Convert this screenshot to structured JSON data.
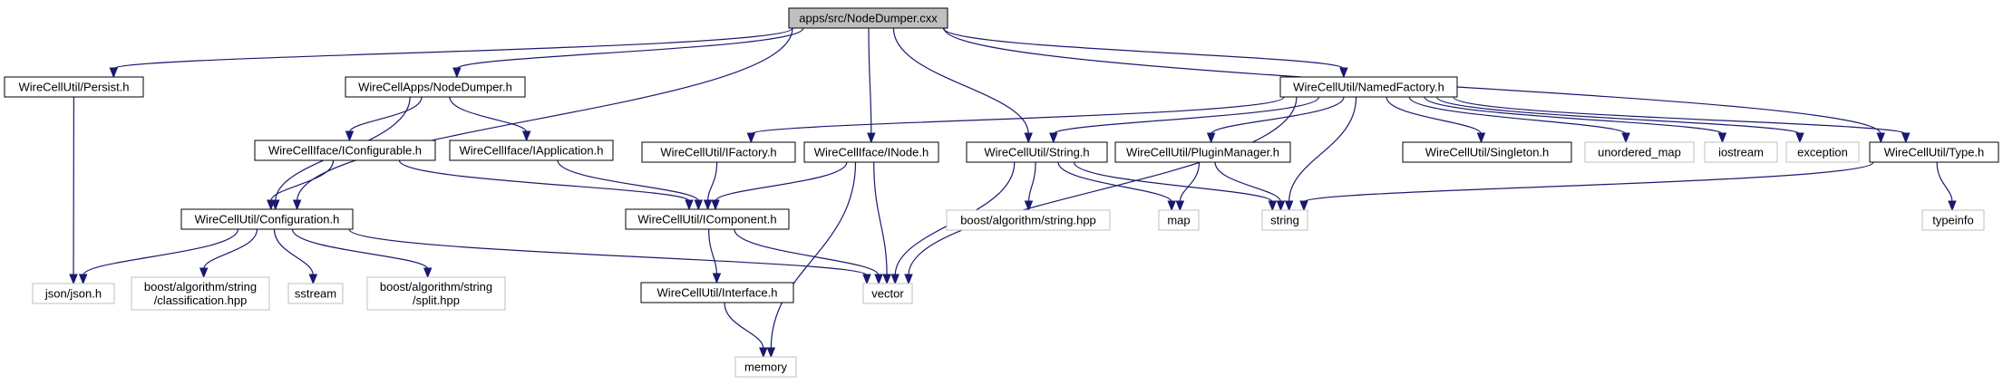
{
  "graph": {
    "root": "apps/src/NodeDumper.cxx",
    "colors": {
      "edge": "#191970",
      "node_border": "#000000",
      "system_border": "#bfbfbf",
      "system_text": "#7f7f7f",
      "root_fill": "#bfbfbf",
      "fill": "#ffffff"
    },
    "nodes": [
      {
        "id": "root",
        "lines": [
          "apps/src/NodeDumper.cxx"
        ],
        "kind": "root"
      },
      {
        "id": "persist",
        "lines": [
          "WireCellUtil/Persist.h"
        ],
        "kind": "local"
      },
      {
        "id": "nodedumper_h",
        "lines": [
          "WireCellApps/NodeDumper.h"
        ],
        "kind": "local"
      },
      {
        "id": "namedfactory",
        "lines": [
          "WireCellUtil/NamedFactory.h"
        ],
        "kind": "local"
      },
      {
        "id": "iconfigurable",
        "lines": [
          "WireCellIface/IConfigurable.h"
        ],
        "kind": "local"
      },
      {
        "id": "iapplication",
        "lines": [
          "WireCellIface/IApplication.h"
        ],
        "kind": "local"
      },
      {
        "id": "ifactory",
        "lines": [
          "WireCellUtil/IFactory.h"
        ],
        "kind": "local"
      },
      {
        "id": "inode",
        "lines": [
          "WireCellIface/INode.h"
        ],
        "kind": "local"
      },
      {
        "id": "string_h",
        "lines": [
          "WireCellUtil/String.h"
        ],
        "kind": "local"
      },
      {
        "id": "pluginmanager",
        "lines": [
          "WireCellUtil/PluginManager.h"
        ],
        "kind": "local"
      },
      {
        "id": "singleton",
        "lines": [
          "WireCellUtil/Singleton.h"
        ],
        "kind": "local"
      },
      {
        "id": "unordered_map",
        "lines": [
          "unordered_map"
        ],
        "kind": "system"
      },
      {
        "id": "iostream",
        "lines": [
          "iostream"
        ],
        "kind": "system"
      },
      {
        "id": "exception",
        "lines": [
          "exception"
        ],
        "kind": "system"
      },
      {
        "id": "type_h",
        "lines": [
          "WireCellUtil/Type.h"
        ],
        "kind": "local"
      },
      {
        "id": "configuration",
        "lines": [
          "WireCellUtil/Configuration.h"
        ],
        "kind": "local"
      },
      {
        "id": "icomponent",
        "lines": [
          "WireCellUtil/IComponent.h"
        ],
        "kind": "local"
      },
      {
        "id": "boost_string",
        "lines": [
          "boost/algorithm/string.hpp"
        ],
        "kind": "system"
      },
      {
        "id": "map",
        "lines": [
          "map"
        ],
        "kind": "system"
      },
      {
        "id": "string",
        "lines": [
          "string"
        ],
        "kind": "system"
      },
      {
        "id": "typeinfo",
        "lines": [
          "typeinfo"
        ],
        "kind": "system"
      },
      {
        "id": "json",
        "lines": [
          "json/json.h"
        ],
        "kind": "system"
      },
      {
        "id": "classification",
        "lines": [
          "boost/algorithm/string",
          "/classification.hpp"
        ],
        "kind": "system"
      },
      {
        "id": "sstream",
        "lines": [
          "sstream"
        ],
        "kind": "system"
      },
      {
        "id": "split",
        "lines": [
          "boost/algorithm/string",
          "/split.hpp"
        ],
        "kind": "system"
      },
      {
        "id": "vector",
        "lines": [
          "vector"
        ],
        "kind": "system"
      },
      {
        "id": "interface",
        "lines": [
          "WireCellUtil/Interface.h"
        ],
        "kind": "local"
      },
      {
        "id": "memory",
        "lines": [
          "memory"
        ],
        "kind": "system"
      }
    ],
    "edges": [
      [
        "root",
        "persist"
      ],
      [
        "root",
        "nodedumper_h"
      ],
      [
        "root",
        "namedfactory"
      ],
      [
        "root",
        "configuration"
      ],
      [
        "root",
        "inode"
      ],
      [
        "root",
        "string_h"
      ],
      [
        "root",
        "type_h"
      ],
      [
        "persist",
        "json"
      ],
      [
        "nodedumper_h",
        "iconfigurable"
      ],
      [
        "nodedumper_h",
        "iapplication"
      ],
      [
        "nodedumper_h",
        "configuration"
      ],
      [
        "namedfactory",
        "ifactory"
      ],
      [
        "namedfactory",
        "string_h"
      ],
      [
        "namedfactory",
        "pluginmanager"
      ],
      [
        "namedfactory",
        "singleton"
      ],
      [
        "namedfactory",
        "unordered_map"
      ],
      [
        "namedfactory",
        "iostream"
      ],
      [
        "namedfactory",
        "exception"
      ],
      [
        "namedfactory",
        "type_h"
      ],
      [
        "namedfactory",
        "string"
      ],
      [
        "namedfactory",
        "vector"
      ],
      [
        "iconfigurable",
        "configuration"
      ],
      [
        "iconfigurable",
        "icomponent"
      ],
      [
        "iapplication",
        "icomponent"
      ],
      [
        "ifactory",
        "icomponent"
      ],
      [
        "inode",
        "icomponent"
      ],
      [
        "inode",
        "vector"
      ],
      [
        "inode",
        "memory"
      ],
      [
        "string_h",
        "boost_string"
      ],
      [
        "string_h",
        "map"
      ],
      [
        "string_h",
        "string"
      ],
      [
        "string_h",
        "vector"
      ],
      [
        "pluginmanager",
        "map"
      ],
      [
        "pluginmanager",
        "string"
      ],
      [
        "type_h",
        "string"
      ],
      [
        "type_h",
        "typeinfo"
      ],
      [
        "configuration",
        "json"
      ],
      [
        "configuration",
        "classification"
      ],
      [
        "configuration",
        "sstream"
      ],
      [
        "configuration",
        "split"
      ],
      [
        "configuration",
        "vector"
      ],
      [
        "icomponent",
        "interface"
      ],
      [
        "icomponent",
        "vector"
      ],
      [
        "interface",
        "memory"
      ]
    ]
  }
}
